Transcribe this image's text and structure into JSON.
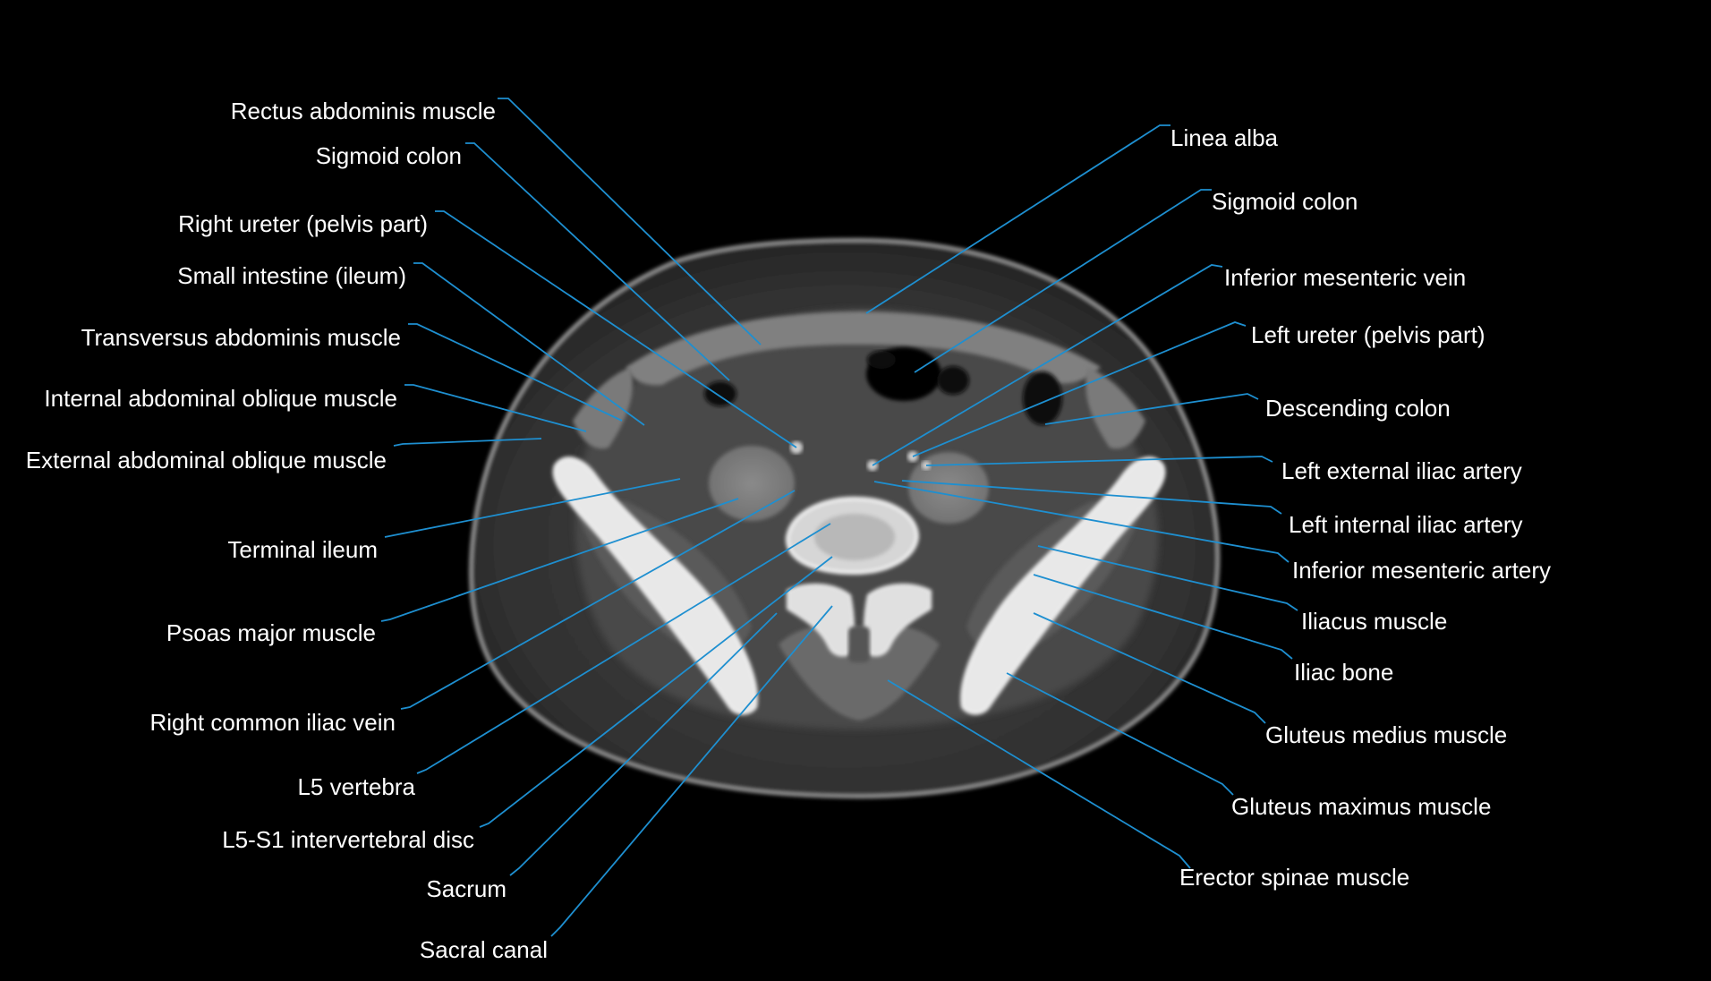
{
  "labels_left": [
    "Rectus abdominis muscle",
    "Sigmoid colon",
    "Right ureter (pelvis part)",
    "Small intestine (ileum)",
    "Transversus abdominis muscle",
    "Internal abdominal oblique muscle",
    "External abdominal oblique muscle",
    "Terminal ileum",
    "Psoas major muscle",
    "Right common iliac vein",
    "L5 vertebra",
    "L5-S1 intervertebral disc",
    "Sacrum",
    "Sacral canal"
  ],
  "labels_right": [
    "Linea alba",
    "Sigmoid colon",
    "Inferior mesenteric vein",
    "Left ureter (pelvis part)",
    "Descending colon",
    "Left external iliac artery",
    "Left internal iliac artery",
    "Inferior mesenteric artery",
    "Iliacus muscle",
    "Iliac bone",
    "Gluteus medius muscle",
    "Gluteus maximus muscle",
    "Erector spinae muscle"
  ],
  "colors": {
    "background": "#000000",
    "label_text": "#ffffff",
    "leader_line": "#1e8fd0"
  }
}
